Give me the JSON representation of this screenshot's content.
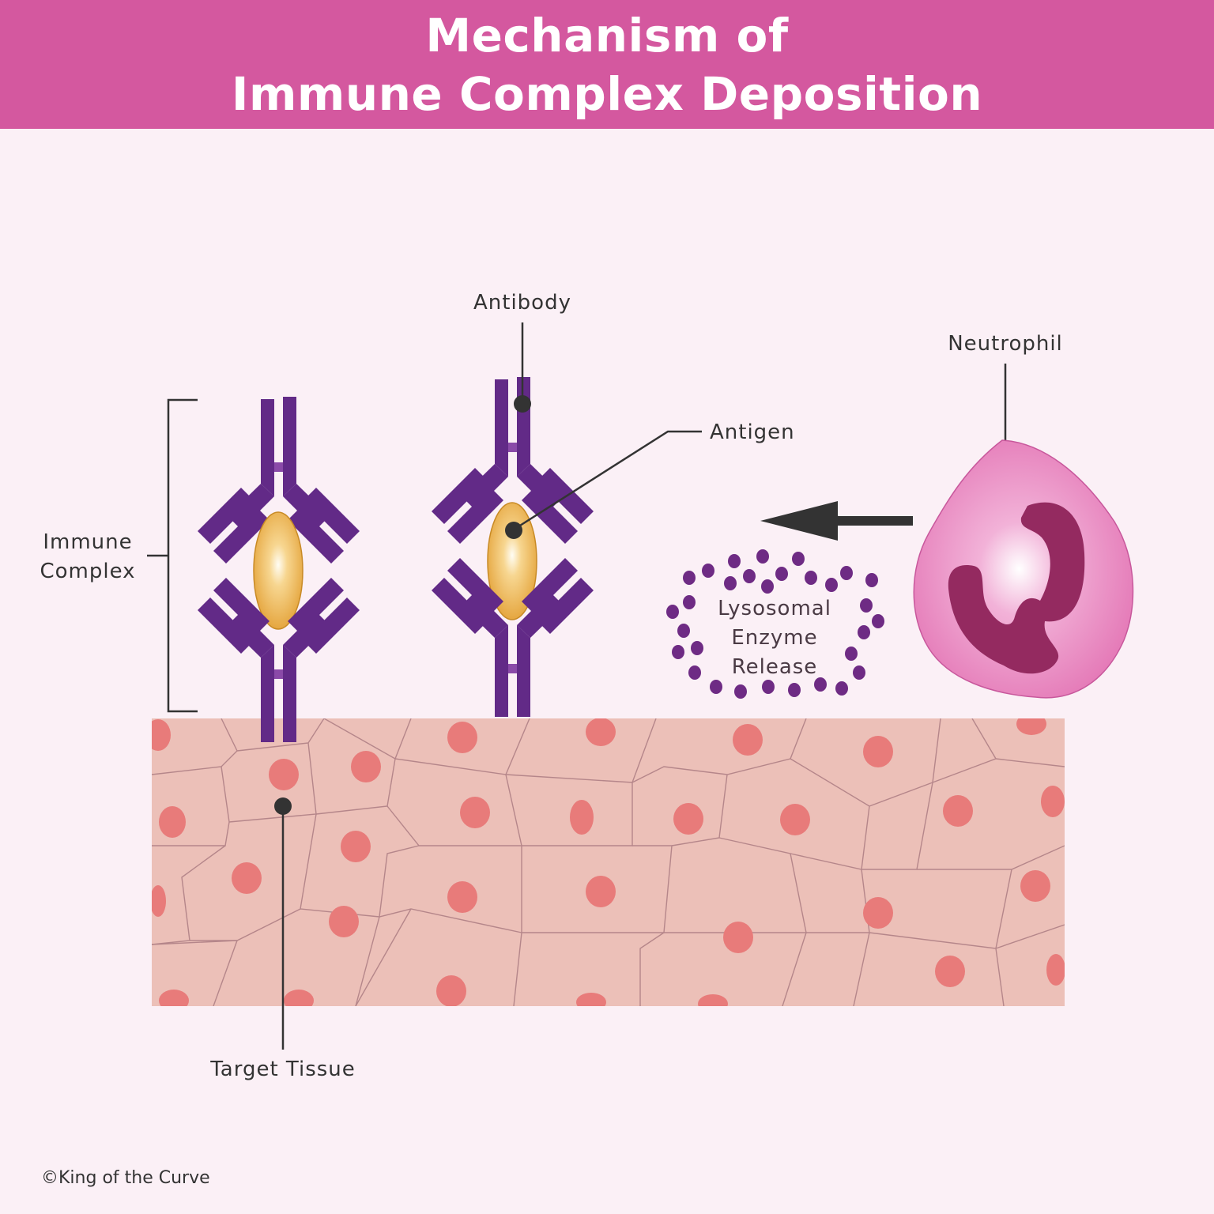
{
  "title": {
    "line1": "Mechanism of",
    "line2": "Immune Complex Deposition"
  },
  "labels": {
    "antibody": "Antibody",
    "antigen": "Antigen",
    "neutrophil": "Neutrophil",
    "immune_complex_line1": "Immune",
    "immune_complex_line2": "Complex",
    "lysosomal_line1": "Lysosomal",
    "lysosomal_line2": "Enzyme",
    "lysosomal_line3": "Release",
    "target_tissue": "Target Tissue"
  },
  "copyright": "©King of the Curve",
  "colors": {
    "header": "#d4589f",
    "background": "#fbf0f6",
    "antibody": "#622a87",
    "antigen": "#e3a53a",
    "tissue": "#ecc0b8",
    "tissue_nucleus": "#e87b7a",
    "neutrophil": "#e986c1",
    "neutrophil_nucleus": "#942a60",
    "enzyme_dots": "#6e2b84",
    "arrow": "#333333"
  },
  "icons": [
    "antibody-icon",
    "antigen-icon",
    "neutrophil-icon",
    "arrow-left-icon",
    "enzyme-dots-icon",
    "tissue-icon"
  ]
}
